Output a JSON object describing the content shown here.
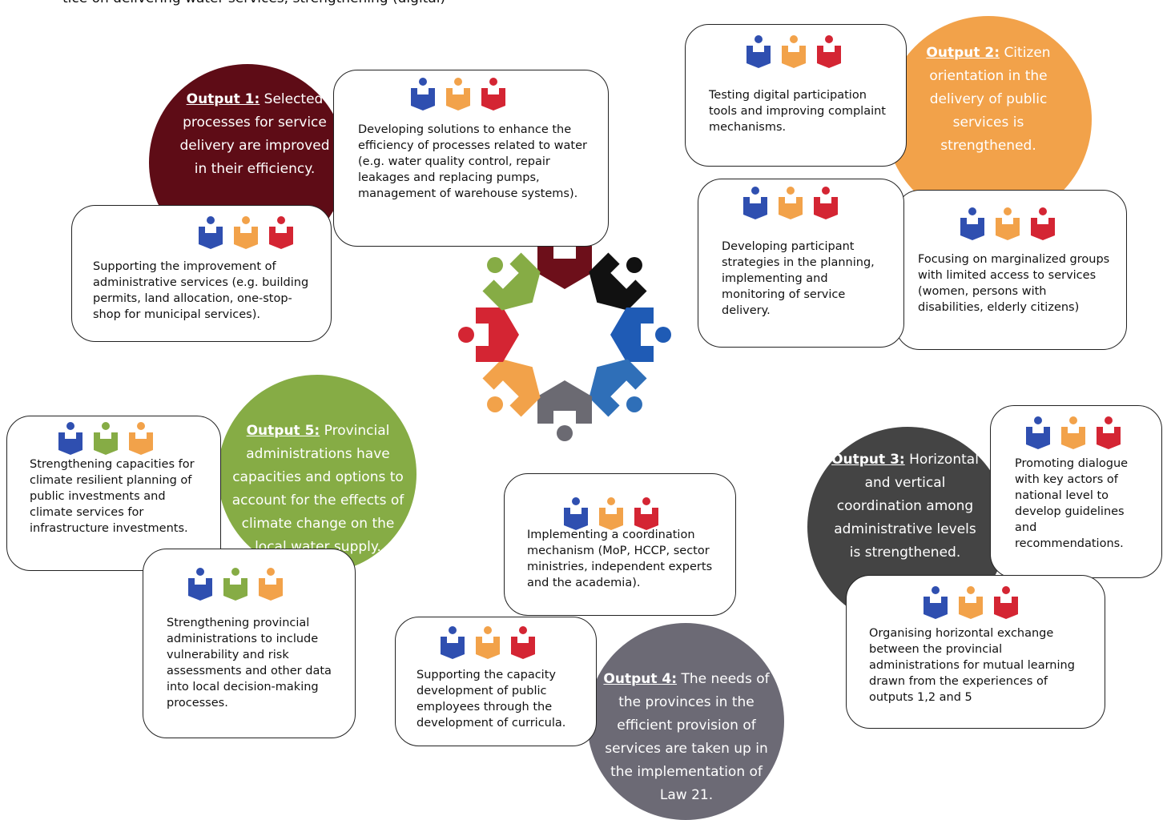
{
  "top_text": "tice on delivering water services, strengthening (digital)",
  "outputs": {
    "o1": {
      "label": "Output 1:",
      "text": "Selected processes for service delivery are improved in their efficiency.",
      "color": "#5e0c16"
    },
    "o2": {
      "label": "Output 2:",
      "text": "Citizen orientation in the delivery of public services is strengthened.",
      "color": "#f2a24a"
    },
    "o3": {
      "label": "Output 3:",
      "text": "Horizontal and vertical coordination among administrative levels is strengthened.",
      "color": "#444444"
    },
    "o4": {
      "label": "Output 4:",
      "text": "The needs of the provinces in the efficient provision of services are taken up in the implementation of Law 21.",
      "color": "#6c6a75"
    },
    "o5": {
      "label": "Output 5:",
      "text": "Provincial administrations have capacities and options to account for the effects of climate change on the local water supply.",
      "color": "#86ac45"
    }
  },
  "boxes": {
    "b1a": "Developing solutions to enhance the efficiency of processes related to water (e.g. water quality control, repair leakages and replacing pumps, management of warehouse systems).",
    "b1b": "Supporting the improvement of administrative services (e.g. building permits, land allocation, one-stop-shop for municipal services).",
    "b2a": "Testing digital participation tools and improving complaint mechanisms.",
    "b2b": "Developing participant strategies in the planning, implementing and monitoring of service delivery.",
    "b2c": "Focusing on marginalized groups with limited access to services (women, persons with disabilities, elderly citizens)",
    "b3a": "Promoting dialogue with key actors of national level to develop guidelines and recommendations.",
    "b3b": "Organising horizontal exchange between the provincial administrations for mutual learning drawn from the experiences of outputs 1,2 and 5",
    "b4a": "Implementing a coordination mechanism (MoP, HCCP, sector ministries, independent experts and the academia).",
    "b4b": "Supporting the capacity development of public employees through the development of curricula.",
    "b5a": "Strengthening capacities for climate resilient planning of public investments and climate services for infrastructure investments.",
    "b5b": "Strengthening provincial administrations to include vulnerability and risk assessments and other data into local decision-making processes."
  },
  "icon_palettes": {
    "standard": [
      "#2f4fb0",
      "#f2a24a",
      "#d42533"
    ],
    "climate": [
      "#2f4fb0",
      "#86ac45",
      "#f2a24a"
    ]
  },
  "wheel_colors": [
    "#6d0f1a",
    "#111111",
    "#1f5bb5",
    "#2f6fb8",
    "#6b6a72",
    "#f2a24a",
    "#d42533",
    "#86ac45"
  ]
}
